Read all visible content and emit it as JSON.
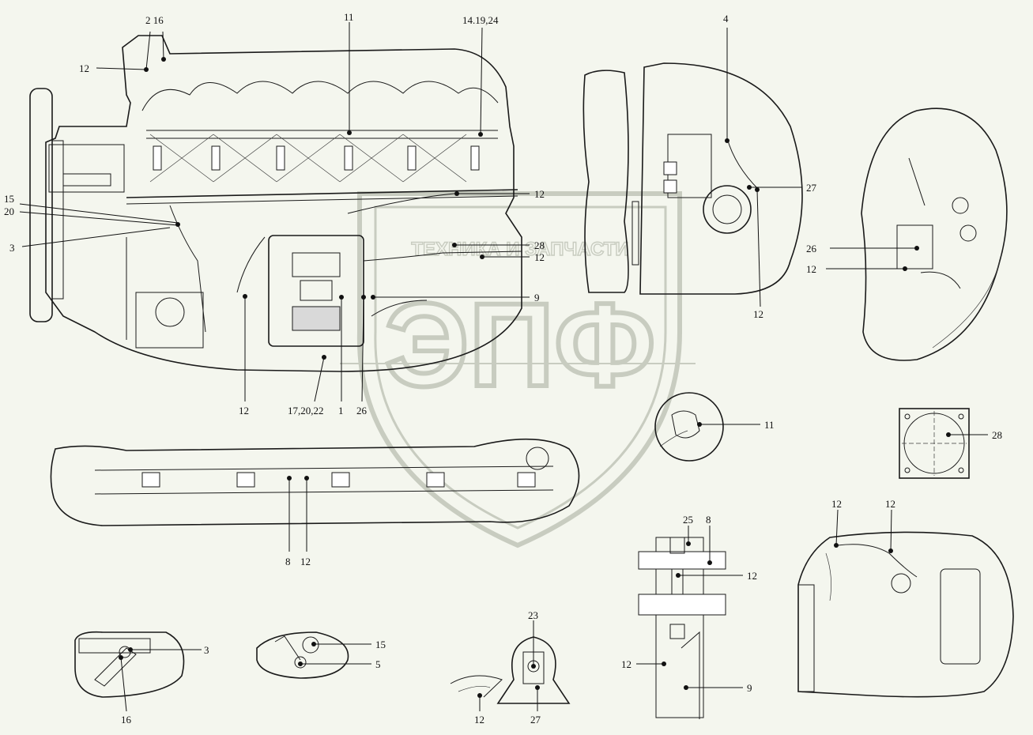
{
  "callouts": {
    "c_2_16": "2 16",
    "c_12_top": "12",
    "c_11_top": "11",
    "c_14_19_24": "14.19,24",
    "c_4": "4",
    "c_15": "15",
    "c_20": "20",
    "c_3_left": "3",
    "c_12_hose": "12",
    "c_28_main": "28",
    "c_12_mid": "12",
    "c_9_main": "9",
    "c_12_bot": "12",
    "c_17_20_22": "17,20,22",
    "c_1": "1",
    "c_26_main": "26",
    "c_27_fan": "27",
    "c_12_fan": "12",
    "c_26_right": "26",
    "c_12_right": "12",
    "c_11_circle": "11",
    "c_28_plate": "28",
    "c_8_rail": "8",
    "c_12_rail": "12",
    "c_25": "25",
    "c_8_clamp": "8",
    "c_12_clamp_a": "12",
    "c_12_clamp_b": "12",
    "c_9_clamp": "9",
    "c_12_br_a": "12",
    "c_12_br_b": "12",
    "c_3_det": "3",
    "c_16_det": "16",
    "c_15_det": "15",
    "c_5_det": "5",
    "c_23": "23",
    "c_12_brk": "12",
    "c_27_brk": "27"
  },
  "watermark": {
    "brand_text": "ТЕХНИКА И ЗАПЧАСТИ",
    "logo_text": "ЭПФ"
  }
}
